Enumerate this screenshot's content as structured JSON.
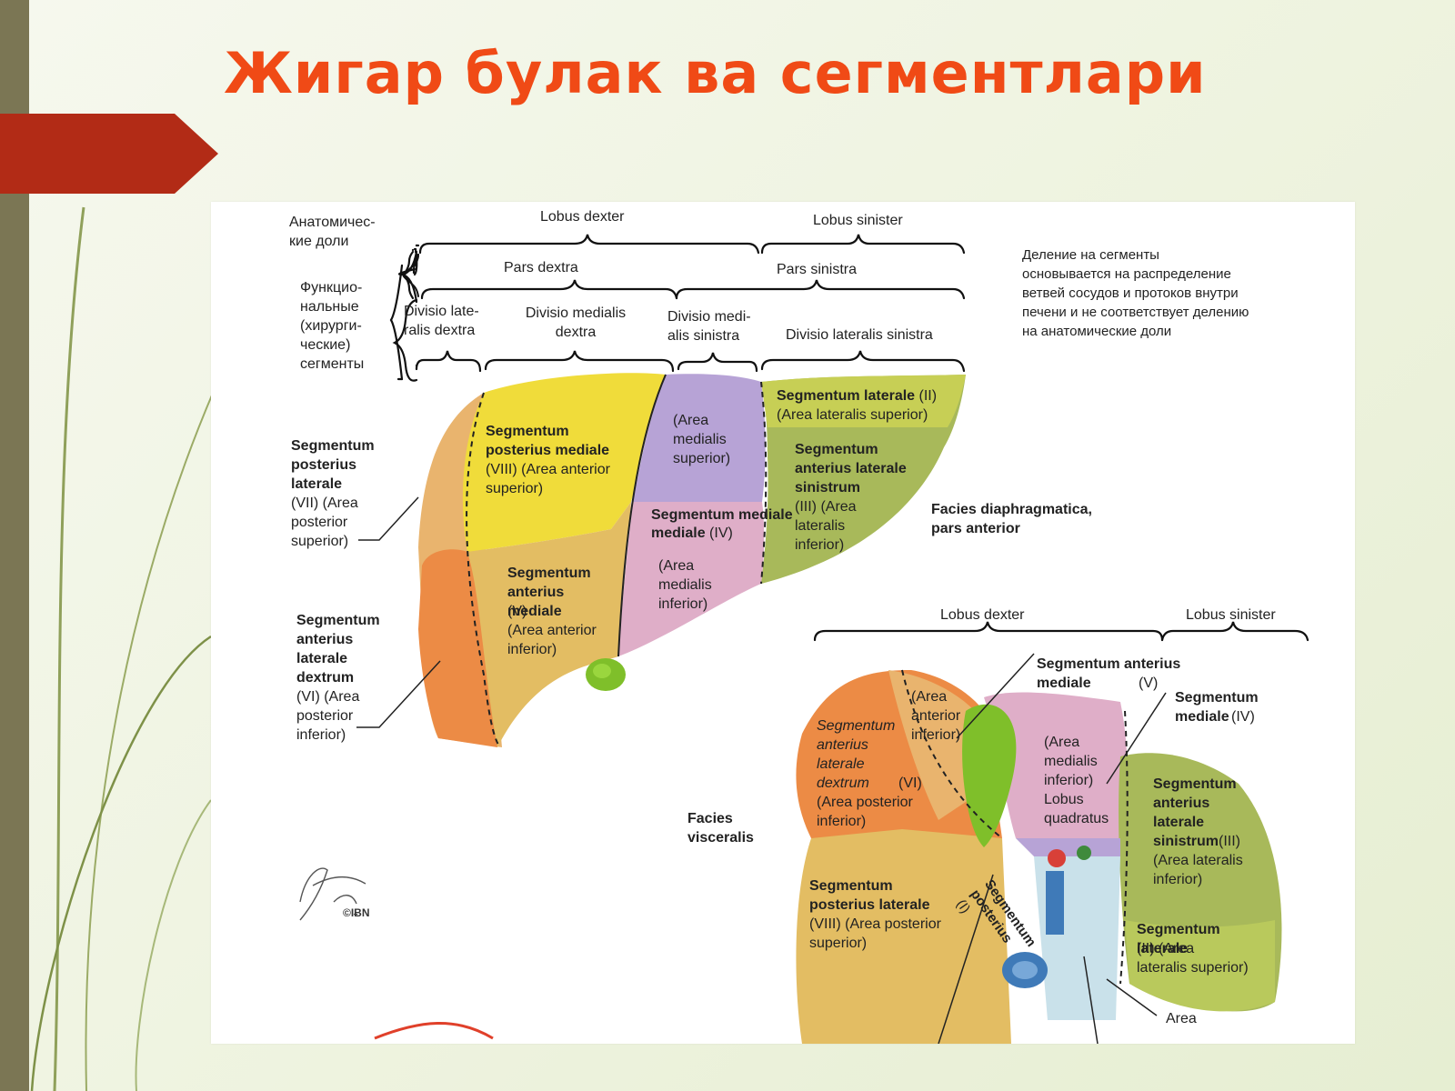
{
  "slide": {
    "title": "Жигар булак ва сегментлари"
  },
  "header": {
    "anatomical_lobes_label": "Анатомичес-\nкие доли",
    "functional_label": "Функцио-\nнальные\n(хирурги-\nческие)\nсегменты",
    "lobus_dexter": "Lobus dexter",
    "lobus_sinister": "Lobus sinister",
    "pars_dextra": "Pars dextra",
    "pars_sinistra": "Pars sinistra",
    "divisio_lateralis_dextra": "Divisio late-\nralis dextra",
    "divisio_medialis_dextra": "Divisio medialis\ndextra",
    "divisio_medialis_sinistra": "Divisio medi-\nalis sinistra",
    "divisio_lateralis_sinistra": "Divisio lateralis sinistra",
    "note": "Деление на сегменты\nосновывается на распределение\nветвей сосудов и протоков внутри\nпечени и не соответствует делению\nна анатомические доли"
  },
  "top_view": {
    "seg_vii_name": "Segmentum\nposterius\nlaterale",
    "seg_vii_detail": "(VII) (Area\nposterior\nsuperior)",
    "seg_vi_name": "Segmentum\nanterius\nlaterale\ndextrum",
    "seg_vi_detail": "(VI) (Area\nposterior\ninferior)",
    "seg_viii_name": "Segmentum\nposterius mediale",
    "seg_viii_detail": "(VIII) (Area anterior\nsuperior)",
    "seg_v_name": "Segmentum\nanterius\nmediale",
    "seg_v_detail": "(V)\n(Area anterior\ninferior)",
    "area_medialis_superior": "(Area\nmedialis\nsuperior)",
    "seg_iv_name": "Segmentum\nmediale",
    "seg_iv_num": "(IV)",
    "area_medialis_inferior": "(Area\nmedialis\ninferior)",
    "seg_ii_name": "Segmentum laterale",
    "seg_ii_num": "(II)",
    "seg_ii_area": "(Area lateralis superior)",
    "seg_iii_name": "Segmentum\nanterius laterale\nsinistrum",
    "seg_iii_detail": "(III) (Area\nlateralis\ninferior)",
    "facies_diaphragmatica": "Facies diaphragmatica,\npars anterior"
  },
  "bottom_view": {
    "lobus_dexter": "Lobus dexter",
    "lobus_sinister": "Lobus sinister",
    "seg_v_label": "Segmentum anterius\nmediale",
    "seg_v_num": "(V)",
    "seg_iv_label": "Segmentum\nmediale",
    "seg_iv_num": "(IV)",
    "area_anterior_inferior": "(Area\nanterior\ninferior)",
    "seg_vi_italic": "Segmentum\nanterius\nlaterale\ndextrum",
    "seg_vi_num": "(VI)",
    "seg_vi_area": "(Area posterior\ninferior)",
    "area_medialis_inferior_lobus": "(Area\nmedialis\ninferior)\nLobus\nquadratus",
    "seg_iii_label": "Segmentum\nanterius\nlaterale\nsinistrum",
    "seg_iii_num": "(III)",
    "seg_iii_area": "(Area lateralis\ninferior)",
    "facies_visceralis": "Facies\nvisceralis",
    "seg_viii_label": "Segmentum\nposterius laterale",
    "seg_viii_detail": "(VIII) (Area posterior\nsuperior)",
    "seg_i_label": "Segmentum\nposterius",
    "seg_i_num": "(I)",
    "seg_ii_label": "Segmentum\nlaterale",
    "seg_ii_detail": "(II) (Area\nlateralis superior)",
    "area_cut": "Area"
  },
  "colors": {
    "title": "#f04a16",
    "accent_tab": "#b22b16",
    "left_bar": "#7b7654",
    "seg_yellow": "#f0dc3a",
    "seg_peach": "#e9b46e",
    "seg_orange": "#ec8b45",
    "seg_purple": "#b7a3d6",
    "seg_pink": "#dfaec8",
    "seg_green": "#a8b95a",
    "gallbladder": "#7fbf2a"
  }
}
